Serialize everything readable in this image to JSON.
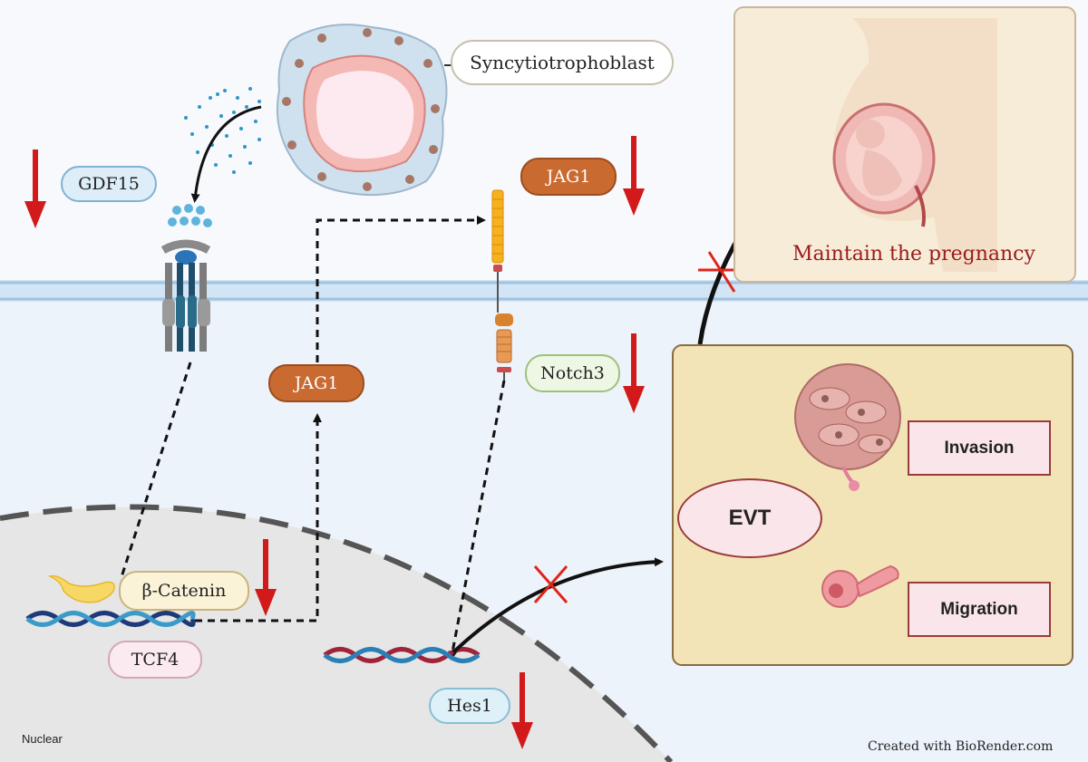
{
  "labels": {
    "syncytiotrophoblast": "Syncytiotrophoblast",
    "gdf15": "GDF15",
    "jag1_top": "JAG1",
    "jag1_mid": "JAG1",
    "notch3": "Notch3",
    "beta_catenin": "β-Catenin",
    "tcf4": "TCF4",
    "hes1": "Hes1",
    "maintain_pregnancy": "Maintain the pregnancy",
    "evt": "EVT",
    "invasion": "Invasion",
    "migration": "Migration",
    "nuclear": "Nuclear",
    "credit": "Created with BioRender.com"
  },
  "colors": {
    "down_arrow": "#d21a1a",
    "jag1_fill": "#c96a31",
    "notch3_fill": "#eef7e4",
    "gdf15_fill": "#ddeef8",
    "tcf4_fill": "#fbeaf0",
    "hes1_fill": "#dff1f8",
    "catenin_fill": "#fbf3d8",
    "evt_panel": "#f3e4b8",
    "pregnancy_panel": "#f7ecd8",
    "membrane": "#c3dbef",
    "pregnancy_text": "#9a1b1b"
  },
  "icons": [
    "down-arrow-icon",
    "receptor-icon",
    "jag1-ligand-icon",
    "notch3-receptor-icon",
    "dna-icon",
    "beta-catenin-icon",
    "syncytiotrophoblast-cell-icon",
    "invasive-cell-icon",
    "migrating-cell-icon",
    "pregnancy-icon",
    "blocked-x-icon"
  ]
}
